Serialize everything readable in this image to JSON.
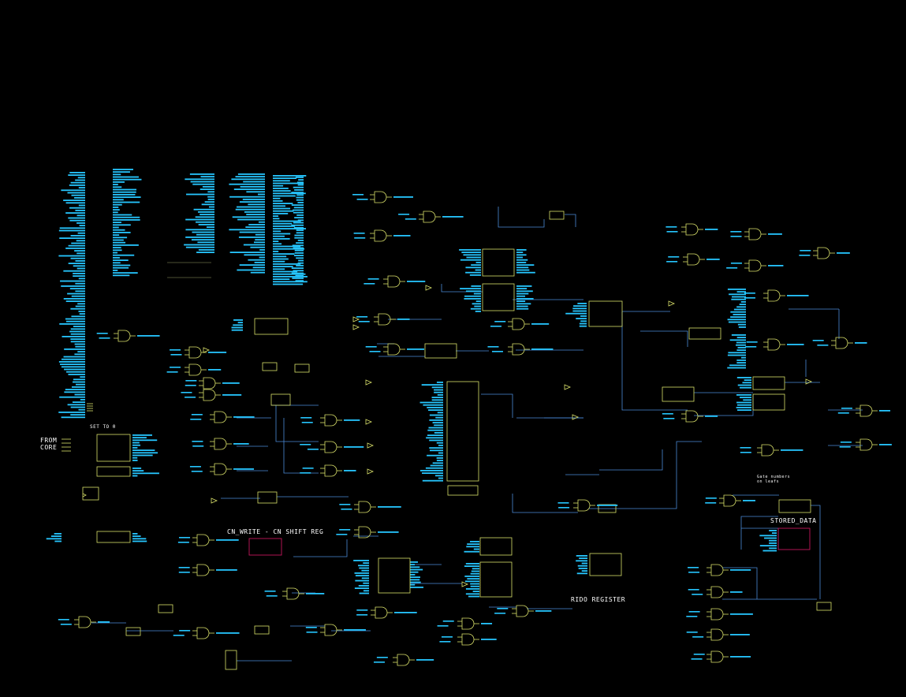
{
  "labels": {
    "from_core": "FROM\nCORE",
    "set_to_0": "SET TO 0",
    "cn_write": "CN_WRITE - CN SHIFT REG",
    "rido_register": "RIDO REGISTER",
    "stored_data": "STORED_DATA",
    "gate_note": "Gate numbers\non leafs"
  },
  "colors": {
    "background": "#000000",
    "symbol": "#d9e06a",
    "signal_label": "#26c6ff",
    "wire": "#4a8ad8",
    "highlight": "#c2185b",
    "title_text": "#ffffff"
  }
}
